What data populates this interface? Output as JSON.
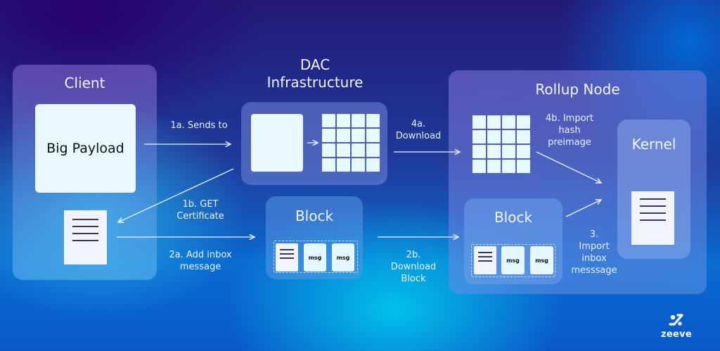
{
  "diagram": {
    "nodes": {
      "client": {
        "title": "Client",
        "payload": "Big Payload"
      },
      "dac": {
        "title_line1": "DAC",
        "title_line2": "Infrastructure"
      },
      "block_inbox": {
        "title": "Block",
        "items": [
          "document",
          "msg",
          "msg"
        ]
      },
      "rollup_node": {
        "title": "Rollup Node"
      },
      "rollup_block": {
        "title": "Block",
        "items": [
          "document",
          "msg",
          "msg"
        ]
      },
      "kernel": {
        "title": "Kernel"
      }
    },
    "edges": [
      {
        "id": "1a",
        "label_lines": [
          "1a. Sends to"
        ],
        "from": "Big Payload",
        "to": "DAC Infrastructure"
      },
      {
        "id": "1b",
        "label_lines": [
          "1b. GET",
          "Certificate"
        ],
        "from": "DAC Infrastructure",
        "to": "Client certificate"
      },
      {
        "id": "2a",
        "label_lines": [
          "2a. Add inbox",
          "message"
        ],
        "from": "Client certificate",
        "to": "Block"
      },
      {
        "id": "2b",
        "label_lines": [
          "2b.",
          "Download",
          "Block"
        ],
        "from": "Block",
        "to": "Rollup Node Block"
      },
      {
        "id": "4a",
        "label_lines": [
          "4a.",
          "Download"
        ],
        "from": "DAC Infrastructure",
        "to": "Rollup Node pages"
      },
      {
        "id": "4b",
        "label_lines": [
          "4b. Import",
          "hash",
          "preimage"
        ],
        "from": "Rollup Node pages",
        "to": "Kernel"
      },
      {
        "id": "3",
        "label_lines": [
          "3.",
          "Import",
          "inbox",
          "messsage"
        ],
        "from": "Rollup Node Block",
        "to": "Kernel"
      }
    ]
  },
  "brand": {
    "logo_text": "zeeve",
    "logo_icon": "zeeve-logo-icon"
  },
  "colors": {
    "box_fill": "#eaf9ff",
    "doc_line": "#38365e",
    "text": "#ffffff"
  }
}
